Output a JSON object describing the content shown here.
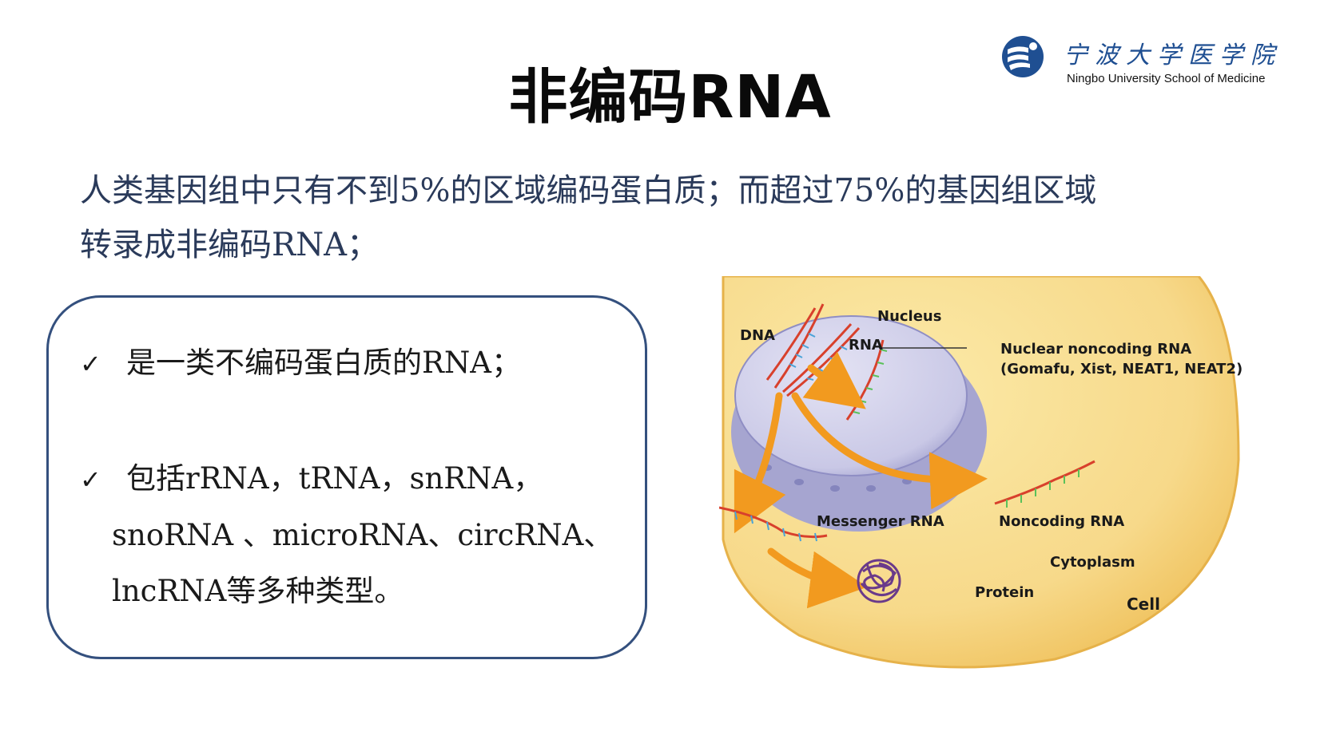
{
  "logo": {
    "cn": "宁波大学医学院",
    "en": "Ningbo University School of Medicine"
  },
  "title": "非编码RNA",
  "intro": {
    "line1": "人类基因组中只有不到5%的区域编码蛋白质；而超过75%的基因组区域",
    "line2": "转录成非编码RNA；"
  },
  "bullets": [
    {
      "check": "✓",
      "line1": "是一类不编码蛋白质的RNA；"
    },
    {
      "check": "✓",
      "line1": "包括rRNA，tRNA，snRNA，",
      "line2": "snoRNA 、microRNA、circRNA、",
      "line3": "lncRNA等多种类型。"
    }
  ],
  "diagram": {
    "nucleus": "Nucleus",
    "dna": "DNA",
    "rna": "RNA",
    "nuclear_ncrna": "Nuclear noncoding RNA",
    "nuclear_ncrna_examples": "(Gomafu, Xist, NEAT1, NEAT2)",
    "messenger_rna": "Messenger RNA",
    "noncoding_rna": "Noncoding RNA",
    "cytoplasm": "Cytoplasm",
    "protein": "Protein",
    "cell": "Cell"
  },
  "colors": {
    "title_text": "#0a0a0a",
    "intro_text": "#2a3a5a",
    "box_border": "#34507e",
    "logo_blue": "#1f4f92",
    "cell_yellow": "#f7d98a",
    "nucleus_lavender": "#c9c8e6",
    "arrow_orange": "#f29a1f",
    "strand_red": "#d8402c"
  }
}
